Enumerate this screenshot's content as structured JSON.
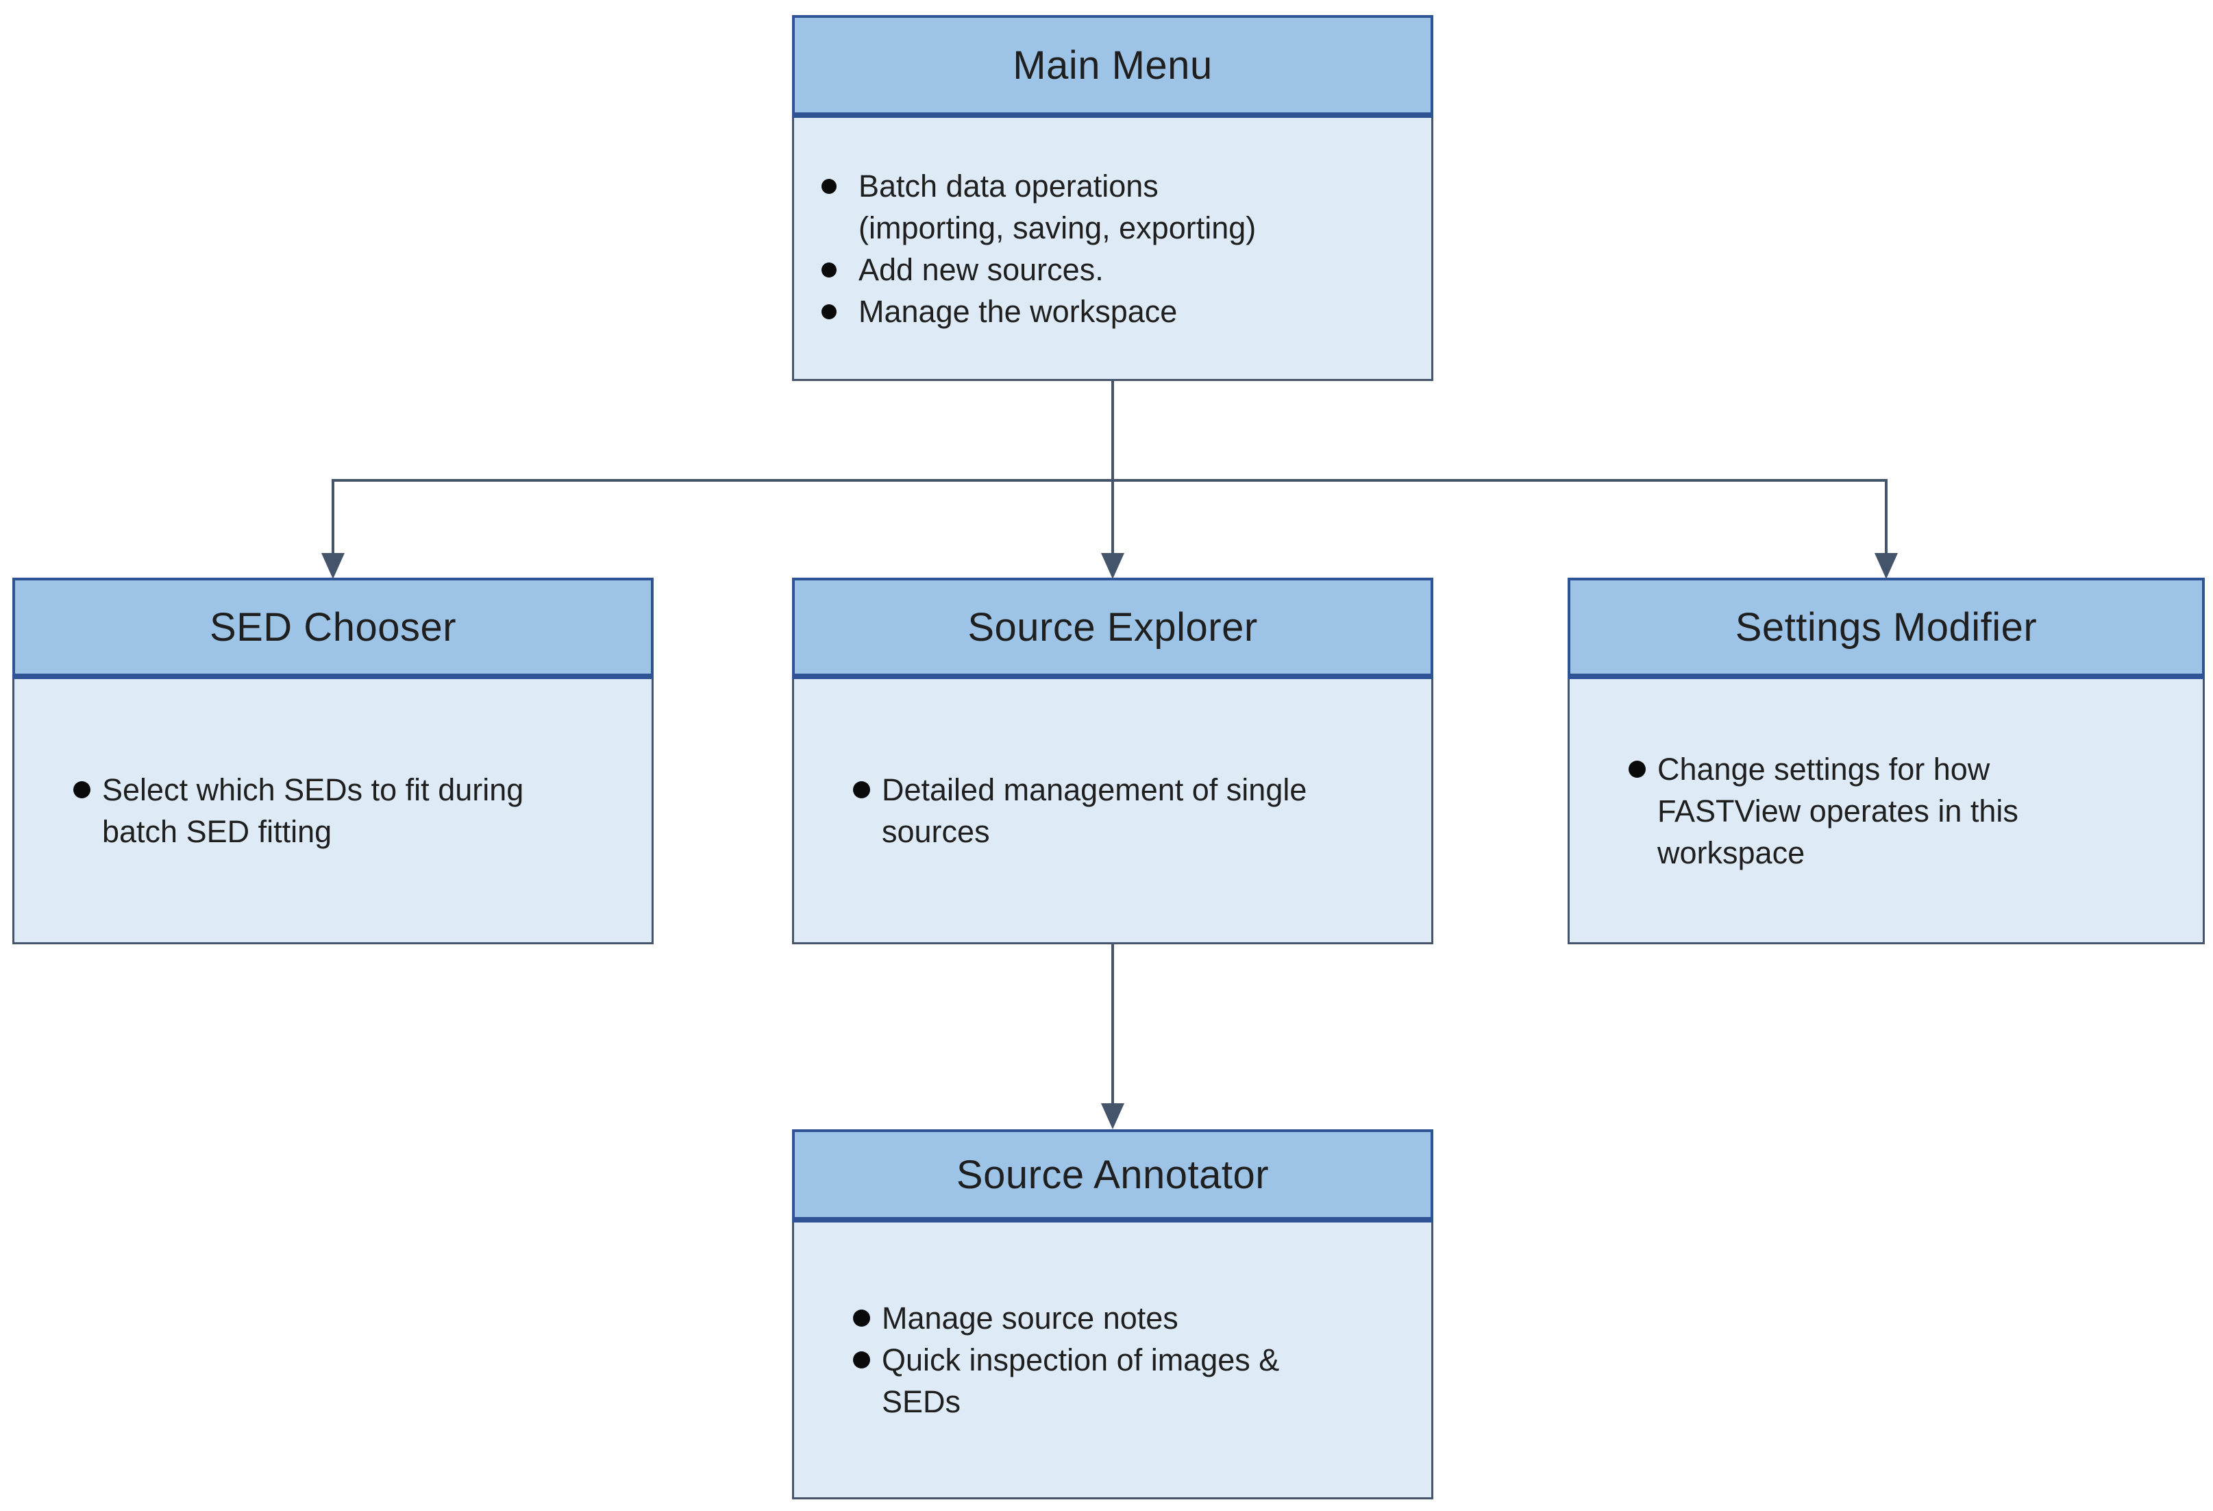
{
  "colors": {
    "background": "#FFFFFF",
    "header-fill": "#9DC3E6",
    "header-border": "#2F5496",
    "body-fill": "#DEEBF7",
    "body-border": "#44546A",
    "connector": "#44546A",
    "text": "#1F1F1F",
    "bullet": "#0A0A0A"
  },
  "nodes": [
    {
      "title": "Main Menu",
      "bullets": [
        "Batch data operations\n(importing, saving, exporting)",
        "Add new sources.",
        "Manage the workspace"
      ]
    },
    {
      "title": "SED Chooser",
      "bullets": [
        "Select which SEDs to fit during\nbatch SED fitting"
      ]
    },
    {
      "title": "Source Explorer",
      "bullets": [
        "Detailed management of single\nsources"
      ]
    },
    {
      "title": "Settings Modifier",
      "bullets": [
        "Change settings for how\nFASTView operates in this\nworkspace"
      ]
    },
    {
      "title": "Source Annotator",
      "bullets": [
        "Manage source notes",
        "Quick inspection of images &\nSEDs"
      ]
    }
  ]
}
